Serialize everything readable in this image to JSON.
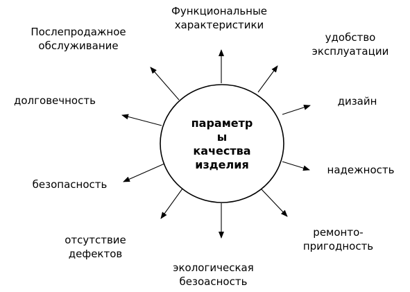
{
  "center": {
    "lines": [
      "параметр",
      "ы",
      "качества",
      "изделия"
    ]
  },
  "parameters": [
    {
      "key": "functional",
      "lines": [
        "Функциональные",
        "характеристики"
      ]
    },
    {
      "key": "usability",
      "lines": [
        "удобство",
        "эксплуатации"
      ]
    },
    {
      "key": "design",
      "lines": [
        "дизайн"
      ]
    },
    {
      "key": "reliability",
      "lines": [
        "надежность"
      ]
    },
    {
      "key": "repairability",
      "lines": [
        "ремонто-",
        "пригодность"
      ]
    },
    {
      "key": "ecological",
      "lines": [
        "экологическая",
        "безоасность"
      ]
    },
    {
      "key": "defects",
      "lines": [
        "отсутствие",
        "дефектов"
      ]
    },
    {
      "key": "safety",
      "lines": [
        "безопасность"
      ]
    },
    {
      "key": "durability",
      "lines": [
        "долговечность"
      ]
    },
    {
      "key": "aftersales",
      "lines": [
        "Послепродажное",
        "обслуживание"
      ]
    }
  ]
}
